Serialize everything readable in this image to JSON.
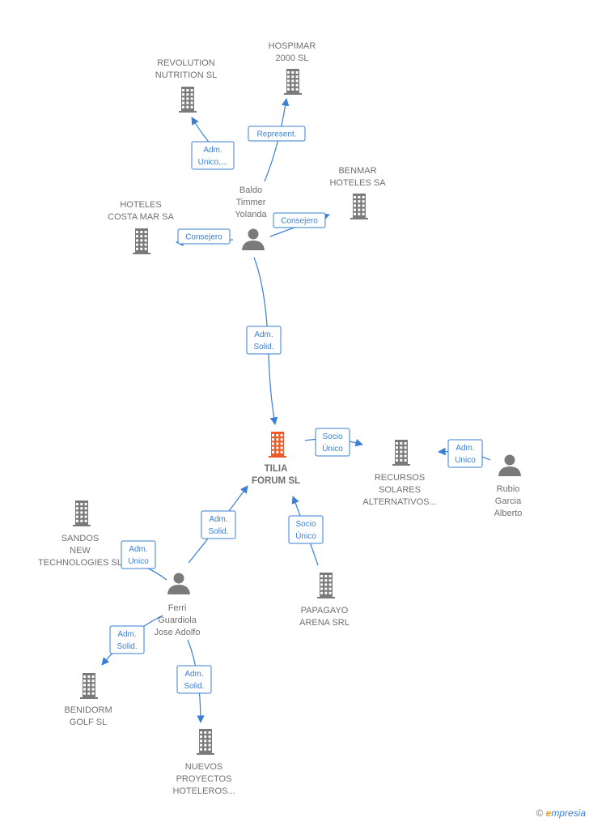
{
  "nodes": {
    "revolution": {
      "label": [
        "REVOLUTION",
        "NUTRITION  SL"
      ],
      "kind": "company"
    },
    "hospimar": {
      "label": [
        "HOSPIMAR",
        "2000 SL"
      ],
      "kind": "company"
    },
    "benmar": {
      "label": [
        "BENMAR",
        "HOTELES SA"
      ],
      "kind": "company"
    },
    "hoteles_costa": {
      "label": [
        "HOTELES",
        "COSTA MAR SA"
      ],
      "kind": "company"
    },
    "baldo": {
      "label": [
        "Baldo",
        "Timmer",
        "Yolanda"
      ],
      "kind": "person"
    },
    "tilia": {
      "label": [
        "TILIA",
        "FORUM  SL"
      ],
      "kind": "company-main"
    },
    "recursos": {
      "label": [
        "RECURSOS",
        "SOLARES",
        "ALTERNATIVOS..."
      ],
      "kind": "company"
    },
    "rubio": {
      "label": [
        "Rubio",
        "Garcia",
        "Alberto"
      ],
      "kind": "person"
    },
    "sandos": {
      "label": [
        "SANDOS",
        "NEW",
        "TECHNOLOGIES SL"
      ],
      "kind": "company"
    },
    "ferri": {
      "label": [
        "Ferri",
        "Guardiola",
        "Jose Adolfo"
      ],
      "kind": "person"
    },
    "papagayo": {
      "label": [
        "PAPAGAYO",
        "ARENA SRL"
      ],
      "kind": "company"
    },
    "benidorm": {
      "label": [
        "BENIDORM",
        "GOLF  SL"
      ],
      "kind": "company"
    },
    "nuevos": {
      "label": [
        "NUEVOS",
        "PROYECTOS",
        "HOTELEROS..."
      ],
      "kind": "company"
    }
  },
  "edges": [
    {
      "from": "baldo",
      "to": "revolution",
      "label": [
        "Adm.",
        "Unico,..."
      ]
    },
    {
      "from": "baldo",
      "to": "hospimar",
      "label": [
        "Represent."
      ]
    },
    {
      "from": "baldo",
      "to": "benmar",
      "label": [
        "Consejero"
      ]
    },
    {
      "from": "baldo",
      "to": "hoteles_costa",
      "label": [
        "Consejero"
      ]
    },
    {
      "from": "baldo",
      "to": "tilia",
      "label": [
        "Adm.",
        "Solid."
      ]
    },
    {
      "from": "tilia",
      "to": "recursos",
      "label": [
        "Socio",
        "Único"
      ]
    },
    {
      "from": "rubio",
      "to": "recursos",
      "label": [
        "Adm.",
        "Unico"
      ]
    },
    {
      "from": "ferri",
      "to": "tilia",
      "label": [
        "Adm.",
        "Solid."
      ]
    },
    {
      "from": "papagayo",
      "to": "tilia",
      "label": [
        "Socio",
        "Único"
      ]
    },
    {
      "from": "ferri",
      "to": "sandos",
      "label": [
        "Adm.",
        "Unico"
      ]
    },
    {
      "from": "ferri",
      "to": "benidorm",
      "label": [
        "Adm.",
        "Solid."
      ]
    },
    {
      "from": "ferri",
      "to": "nuevos",
      "label": [
        "Adm.",
        "Solid."
      ]
    }
  ],
  "footer": {
    "copyright": "©",
    "brand_initial": "e",
    "brand_rest": "mpresia"
  }
}
